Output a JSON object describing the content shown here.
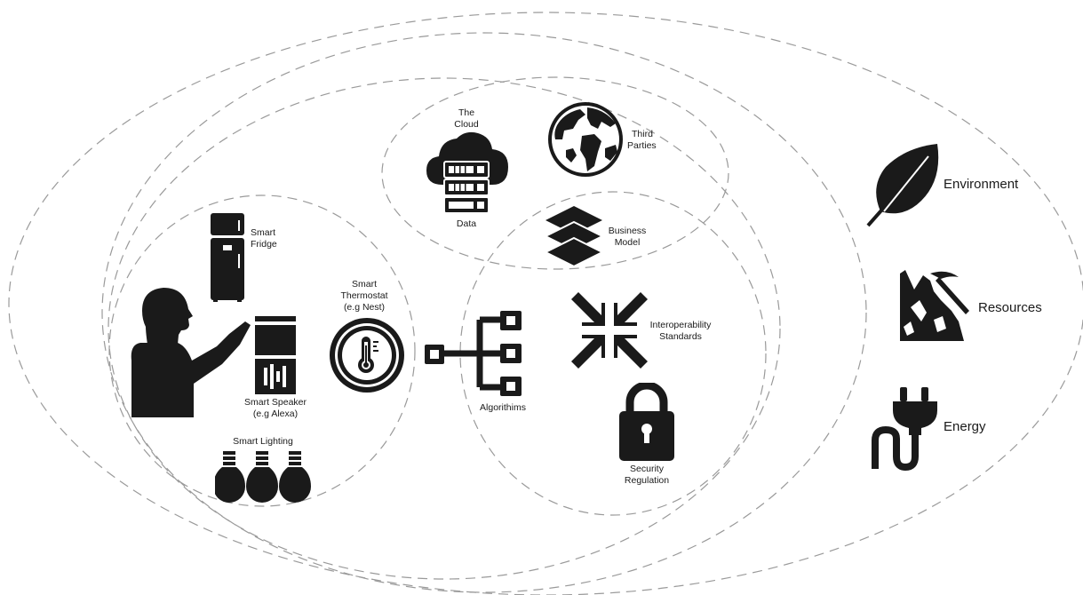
{
  "labels": {
    "cloud_title_1": "The",
    "cloud_title_2": "Cloud",
    "data": "Data",
    "third_1": "Third",
    "third_2": "Parties",
    "business_1": "Business",
    "business_2": "Model",
    "fridge_1": "Smart",
    "fridge_2": "Fridge",
    "thermo_1": "Smart",
    "thermo_2": "Thermostat",
    "thermo_3": "(e.g Nest)",
    "speaker_1": "Smart Speaker",
    "speaker_2": "(e.g Alexa)",
    "lighting": "Smart Lighting",
    "algorithms": "Algorithims",
    "interop_1": "Interoperability",
    "interop_2": "Standards",
    "security_1": "Security",
    "security_2": "Regulation",
    "environment": "Environment",
    "resources": "Resources",
    "energy": "Energy"
  },
  "colors": {
    "icon": "#1a1a1a",
    "dash": "#9a9a9a",
    "background": "#ffffff"
  },
  "icons": [
    "person-icon",
    "fridge-icon",
    "speaker-icon",
    "thermostat-icon",
    "bulb-icon",
    "cloud-server-icon",
    "globe-icon",
    "layers-icon",
    "network-icon",
    "compress-arrows-icon",
    "padlock-icon",
    "leaf-icon",
    "mining-icon",
    "plug-icon"
  ]
}
